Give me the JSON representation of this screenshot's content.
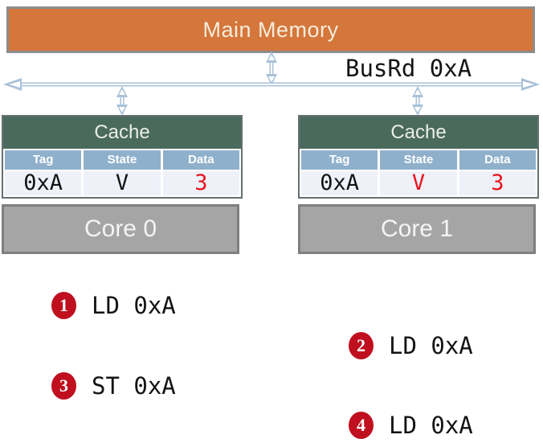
{
  "diagram": {
    "main_memory_label": "Main Memory",
    "bus_label": "BusRd 0xA"
  },
  "caches": [
    {
      "title": "Cache",
      "columns": [
        "Tag",
        "State",
        "Data"
      ],
      "row": {
        "tag": "0xA",
        "state": "V",
        "data": "3"
      },
      "tag_color": "#141414",
      "state_color": "#141414",
      "data_color": "#e8141e"
    },
    {
      "title": "Cache",
      "columns": [
        "Tag",
        "State",
        "Data"
      ],
      "row": {
        "tag": "0xA",
        "state": "V",
        "data": "3"
      },
      "tag_color": "#141414",
      "state_color": "#e8141e",
      "data_color": "#e8141e"
    }
  ],
  "cores": [
    {
      "label": "Core 0"
    },
    {
      "label": "Core 1"
    }
  ],
  "operations": [
    {
      "number": "1",
      "label": "LD 0xA",
      "side": "left"
    },
    {
      "number": "2",
      "label": "LD 0xA",
      "side": "right"
    },
    {
      "number": "3",
      "label": "ST 0xA",
      "side": "left"
    },
    {
      "number": "4",
      "label": "LD 0xA",
      "side": "right"
    }
  ],
  "colors": {
    "memory_fill": "#d5763b",
    "memory_text": "#f6eddc",
    "cache_title_fill": "#4b6a5e",
    "column_header_fill": "#8fb0cb",
    "value_row_fill": "#eef1f8",
    "core_fill": "#a5a5a5",
    "op_badge_fill": "#c00f1e",
    "status_red": "#e8141e",
    "bus_arrow": "#a9c1d8"
  }
}
